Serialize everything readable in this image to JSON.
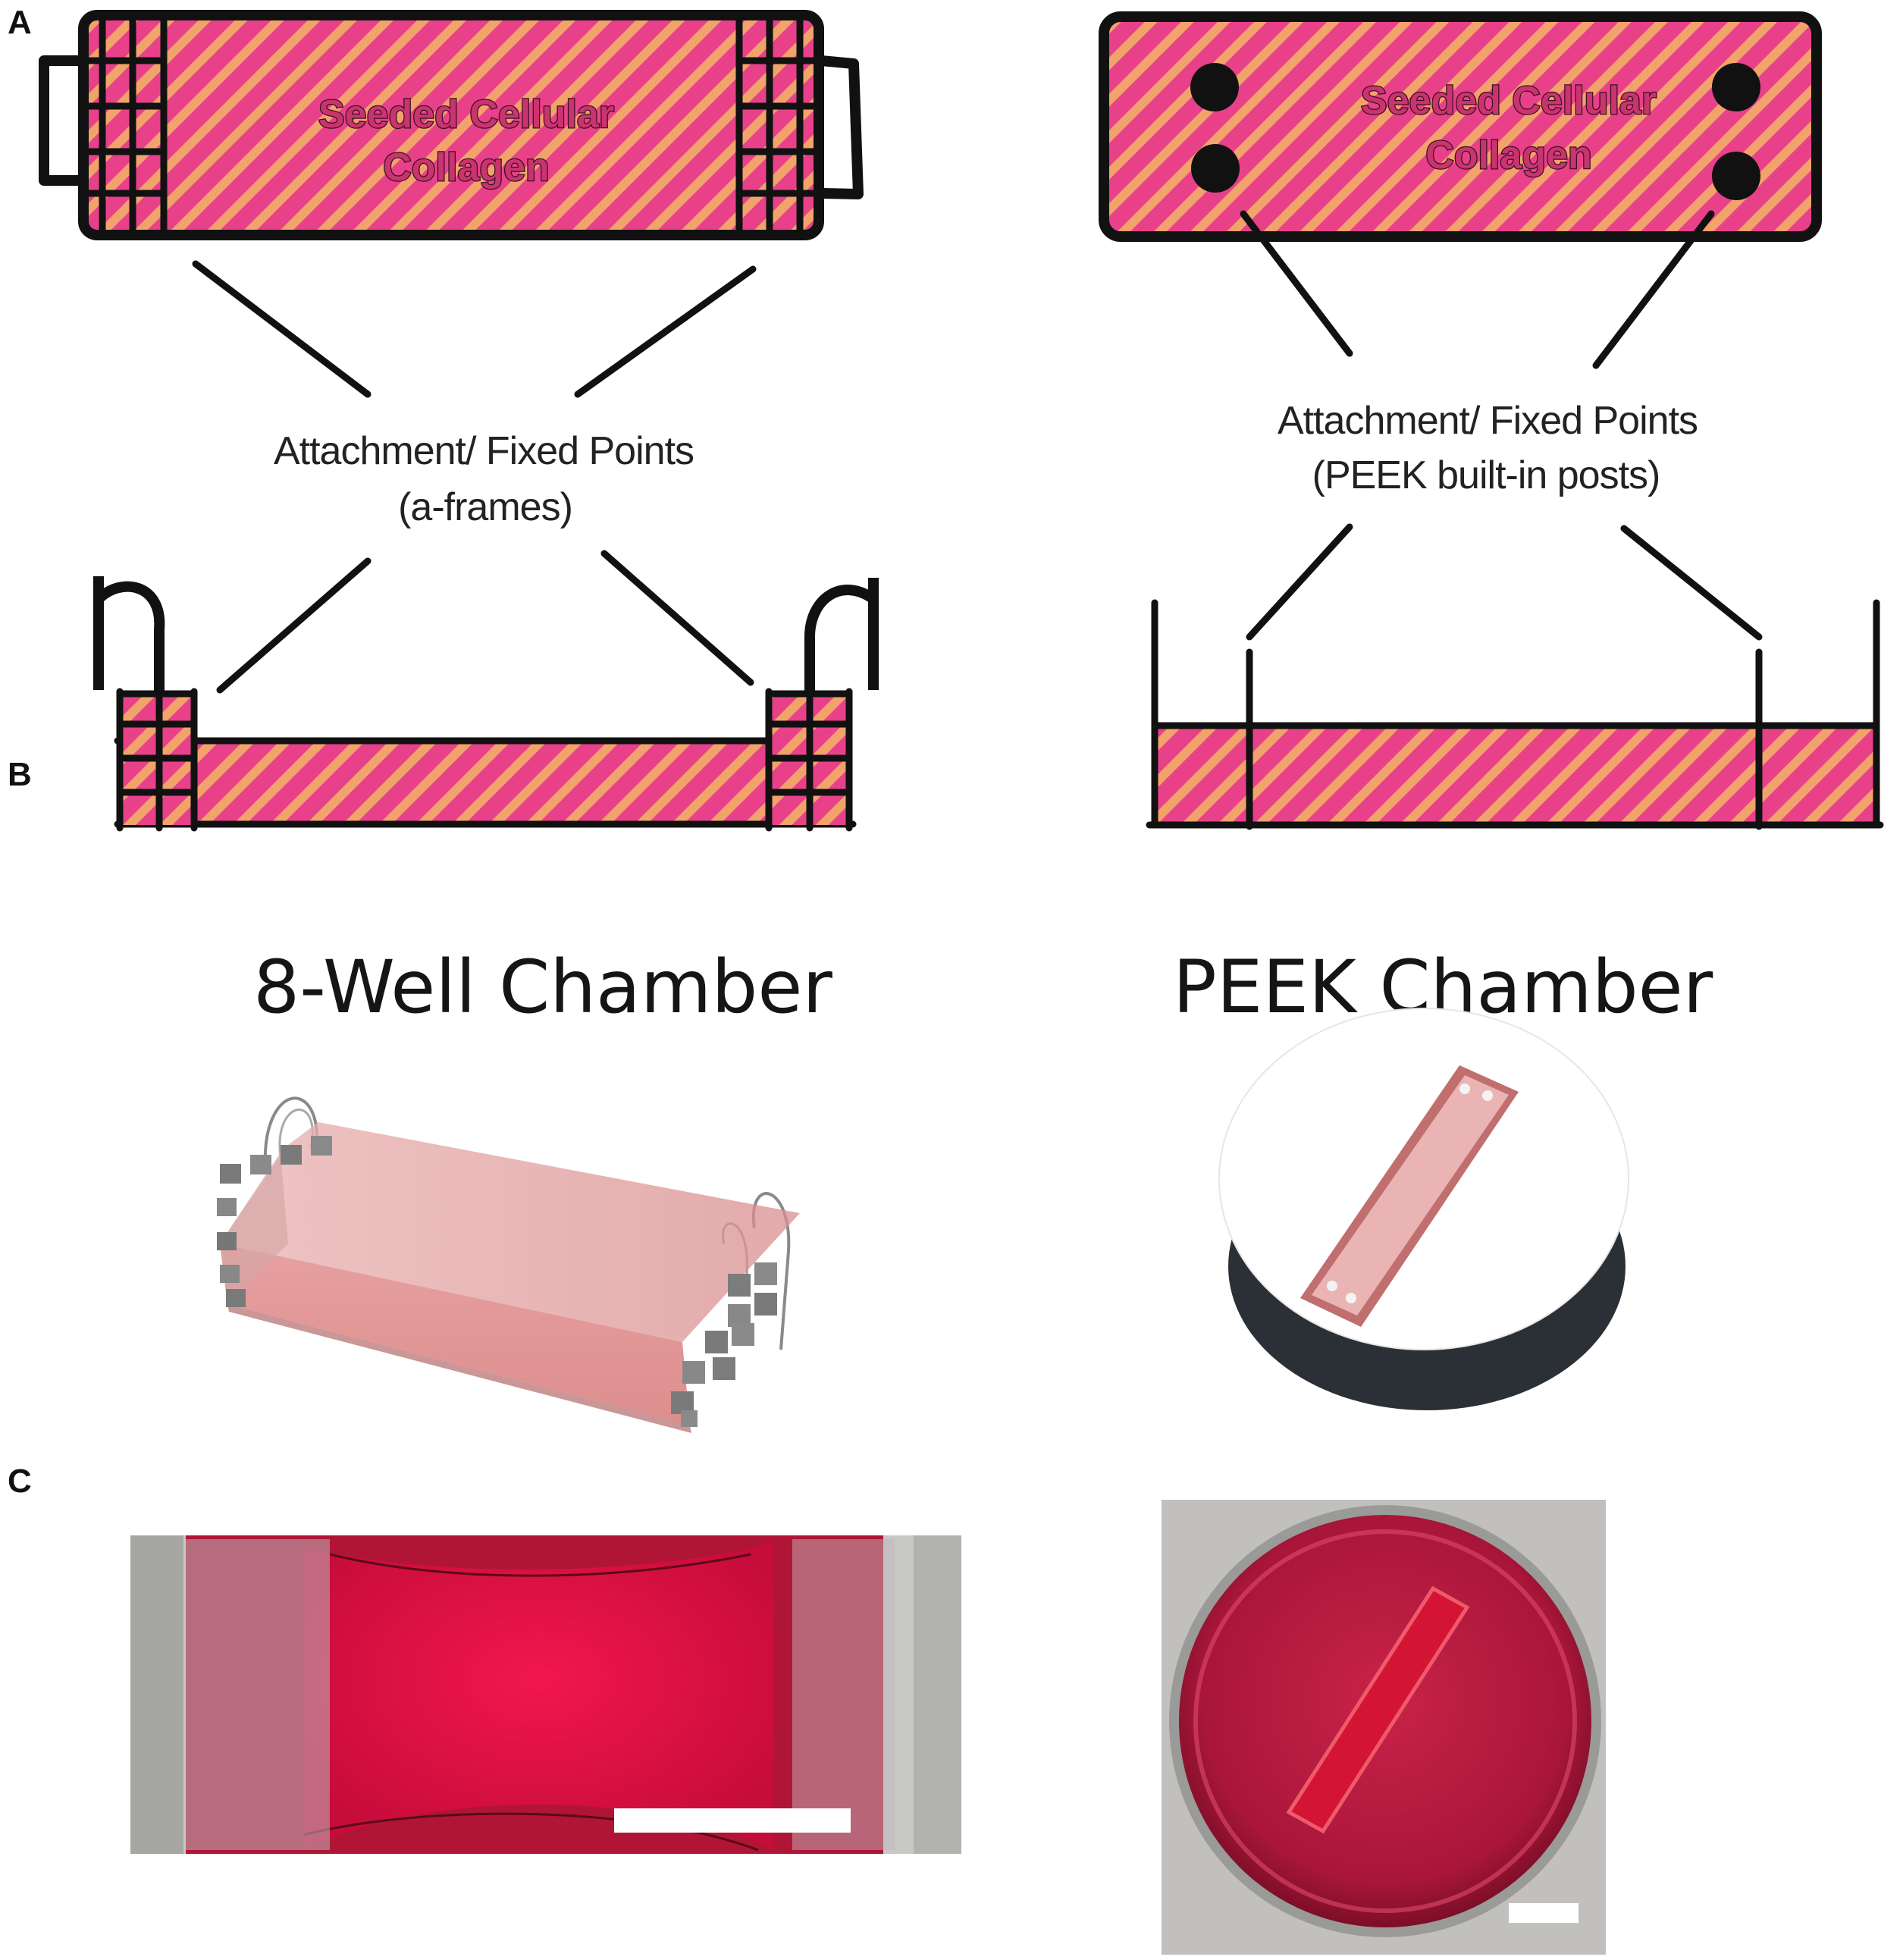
{
  "panels": {
    "a": "A",
    "b": "B",
    "c": "C"
  },
  "left": {
    "top_label_line1": "Seeded Cellular",
    "top_label_line2": "Collagen",
    "attach_line1": "Attachment/ Fixed Points",
    "attach_line2": "(a-frames)",
    "chamber_title": "8-Well Chamber"
  },
  "right": {
    "top_label_line1": "Seeded Cellular",
    "top_label_line2": "Collagen",
    "attach_line1": "Attachment/ Fixed Points",
    "attach_line2": "(PEEK built-in posts)",
    "chamber_title": "PEEK Chamber"
  },
  "colors": {
    "hatch_pink": "#e83f86",
    "hatch_orange": "#f4a36a",
    "outline": "#111111",
    "media_red": "#d0103c"
  }
}
